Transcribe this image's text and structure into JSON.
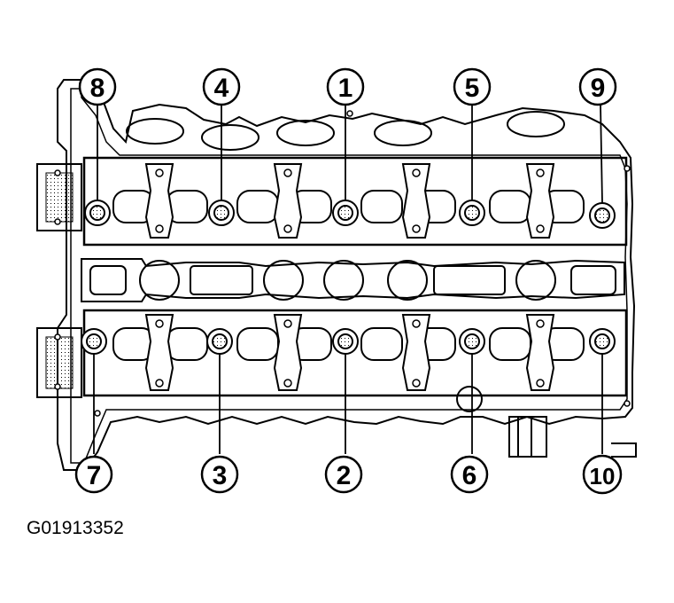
{
  "diagram": {
    "callouts": [
      {
        "label": "8",
        "bolt": "bolt-8"
      },
      {
        "label": "4",
        "bolt": "bolt-4"
      },
      {
        "label": "1",
        "bolt": "bolt-1"
      },
      {
        "label": "5",
        "bolt": "bolt-5"
      },
      {
        "label": "9",
        "bolt": "bolt-9"
      },
      {
        "label": "7",
        "bolt": "bolt-7"
      },
      {
        "label": "3",
        "bolt": "bolt-3"
      },
      {
        "label": "2",
        "bolt": "bolt-2"
      },
      {
        "label": "6",
        "bolt": "bolt-6"
      },
      {
        "label": "10",
        "bolt": "bolt-10"
      }
    ],
    "figure_id": "G01913352",
    "colors": {
      "ink": "#000000",
      "paper": "#ffffff"
    }
  }
}
